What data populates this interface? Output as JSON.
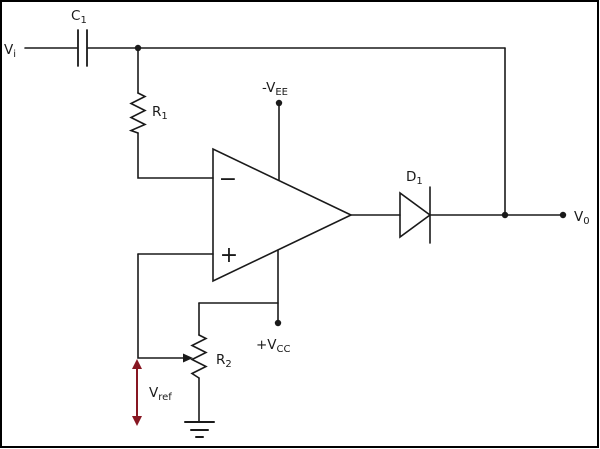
{
  "diagram": {
    "kind": "circuit-schematic",
    "labels": {
      "input": {
        "text": "V",
        "sub": "i"
      },
      "capacitor": {
        "text": "C",
        "sub": "1"
      },
      "resistor_r1": {
        "text": "R",
        "sub": "1"
      },
      "negative_supply": {
        "text": "-V",
        "sub": "EE"
      },
      "positive_supply": {
        "text": "+V",
        "sub": "CC"
      },
      "diode": {
        "text": "D",
        "sub": "1"
      },
      "output": {
        "text": "V",
        "sub": "0"
      },
      "resistor_r2": {
        "text": "R",
        "sub": "2"
      },
      "reference_voltage": {
        "text": "V",
        "sub": "ref"
      }
    },
    "opamp": {
      "inverting_sign": "−",
      "noninverting_sign": "+"
    },
    "colors": {
      "wire": "#1a1a1a",
      "vref_arrow": "#871722",
      "background": "#ffffff",
      "border": "#000000"
    }
  }
}
